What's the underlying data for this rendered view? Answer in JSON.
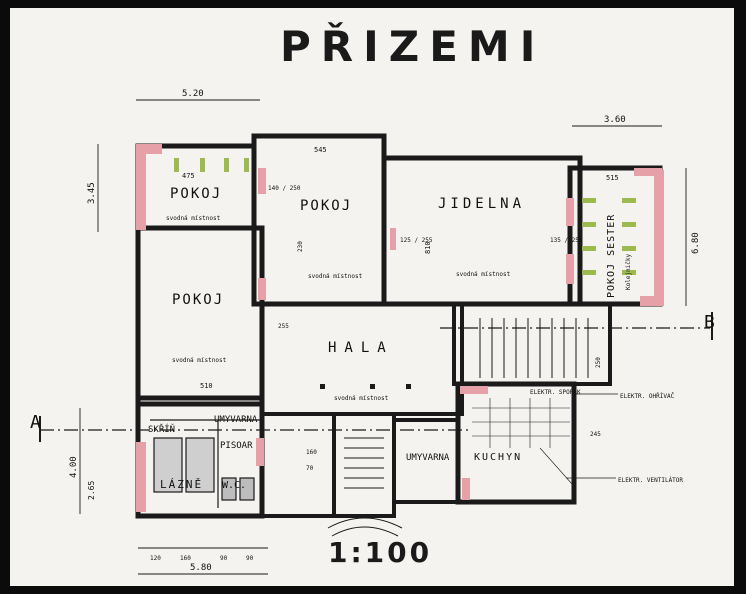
{
  "title": "PŘIZEMI",
  "scale": "1:100",
  "rooms": {
    "pokoj_a": "POKOJ",
    "pokoj_b": "POKOJ",
    "pokoj_c": "POKOJ",
    "jidelna": "JIDELNA",
    "pokoj_sester": "POKOJ SESTER",
    "hala": "HALA",
    "umyvarna_a": "UMYVARNA",
    "umyvarna_b": "UMYVARNA",
    "kuchyn": "KUCHYN",
    "lazne": "LÁZNĚ",
    "wc": "W.C.",
    "pisoar": "PISOAR",
    "skrin": "SKŘÍŇ"
  },
  "notes": {
    "svodna_mistnost": "svodná místnost",
    "elektr_ventilator": "ELEKTR. VENTILÁTOR",
    "elektr_sporak": "ELEKTR. SPORÁK",
    "elektr_ohrivac": "ELEKTR. OHŘÍVAČ",
    "kolejnicky": "Kolejničky"
  },
  "markers": {
    "section_a": "A",
    "section_b": "B"
  },
  "dimensions": {
    "top_left_width": "5.20",
    "top_right_width": "3.60",
    "bottom_width": "5.80",
    "left_height_a": "3.45",
    "left_height_b": "4.00",
    "left_height_c": "2.65",
    "right_height": "6.80",
    "d_475": "475",
    "d_515": "515",
    "d_545": "545",
    "d_510": "510",
    "d_810": "810",
    "d_135_255": "135 / 255",
    "d_140_250": "140 / 250",
    "d_125_255": "125 / 255",
    "d_90": "90",
    "d_120": "120",
    "d_160": "160",
    "d_90b": "90",
    "d_255": "255",
    "d_245": "245",
    "d_230": "230",
    "d_160b": "160",
    "d_70": "70",
    "d_250": "250"
  },
  "colors": {
    "paper": "#f4f3ef",
    "ink": "#1a1a1a",
    "wall_pink": "#e6a0a8",
    "window_green": "#9cba4e",
    "frame": "#0b0b0b"
  }
}
